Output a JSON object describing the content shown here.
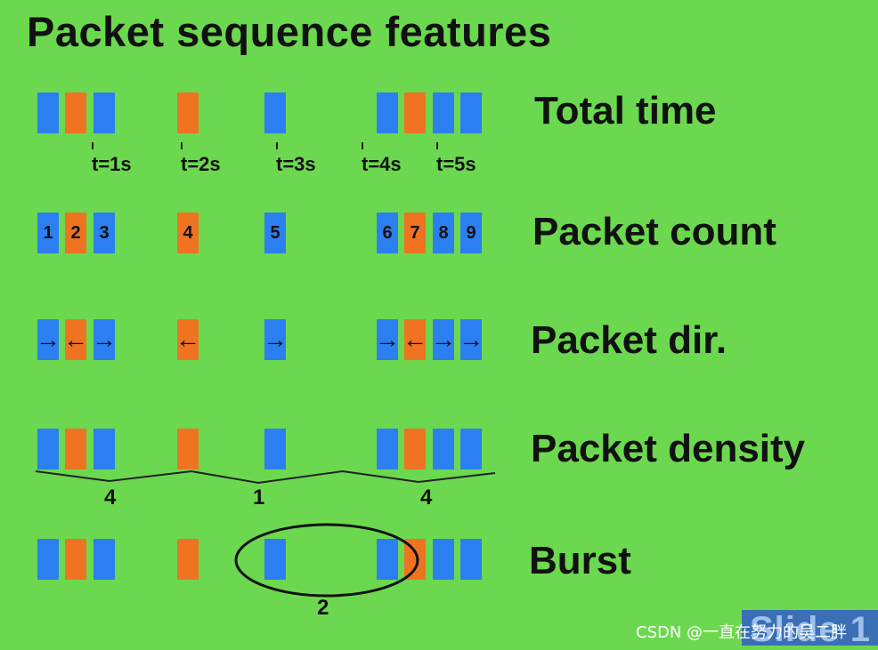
{
  "title": "Packet sequence features",
  "features": {
    "total_time": "Total time",
    "packet_count": "Packet count",
    "packet_dir": "Packet dir.",
    "packet_density": "Packet density",
    "burst": "Burst"
  },
  "colors": {
    "background": "#6cd84f",
    "outgoing": "#2b7ff0",
    "incoming": "#f07322"
  },
  "packets": [
    {
      "n": "1",
      "color": "blue",
      "dir": "→"
    },
    {
      "n": "2",
      "color": "orange",
      "dir": "←"
    },
    {
      "n": "3",
      "color": "blue",
      "dir": "→"
    },
    {
      "n": "4",
      "color": "orange",
      "dir": "←"
    },
    {
      "n": "5",
      "color": "blue",
      "dir": "→"
    },
    {
      "n": "6",
      "color": "blue",
      "dir": "→"
    },
    {
      "n": "7",
      "color": "orange",
      "dir": "←"
    },
    {
      "n": "8",
      "color": "blue",
      "dir": "→"
    },
    {
      "n": "9",
      "color": "blue",
      "dir": "→"
    }
  ],
  "time_labels": [
    "t=1s",
    "t=2s",
    "t=3s",
    "t=4s",
    "t=5s"
  ],
  "density_values": [
    "4",
    "1",
    "4"
  ],
  "burst_value": "2",
  "slide_mark": "Slide 1",
  "watermark": "CSDN @一直在努力的吴二胖"
}
